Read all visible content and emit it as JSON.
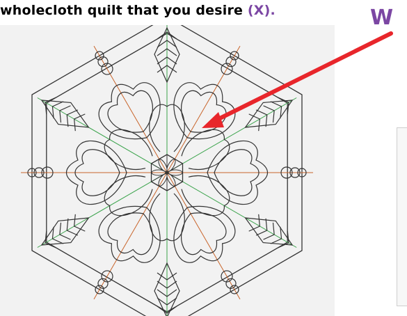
{
  "caption": {
    "text": "wholecloth quilt that you desire ",
    "marker": "(X)."
  },
  "callout": {
    "letter": "W"
  },
  "colors": {
    "accent_purple": "#7b46a3",
    "arrow_red": "#e8262b",
    "guide_orange": "#c8642a",
    "guide_green": "#3aa34b",
    "outline": "#333333",
    "panel_bg": "#f2f2f2"
  },
  "diagram": {
    "icon": "hexagonal-wholecloth-quilt-pattern"
  }
}
